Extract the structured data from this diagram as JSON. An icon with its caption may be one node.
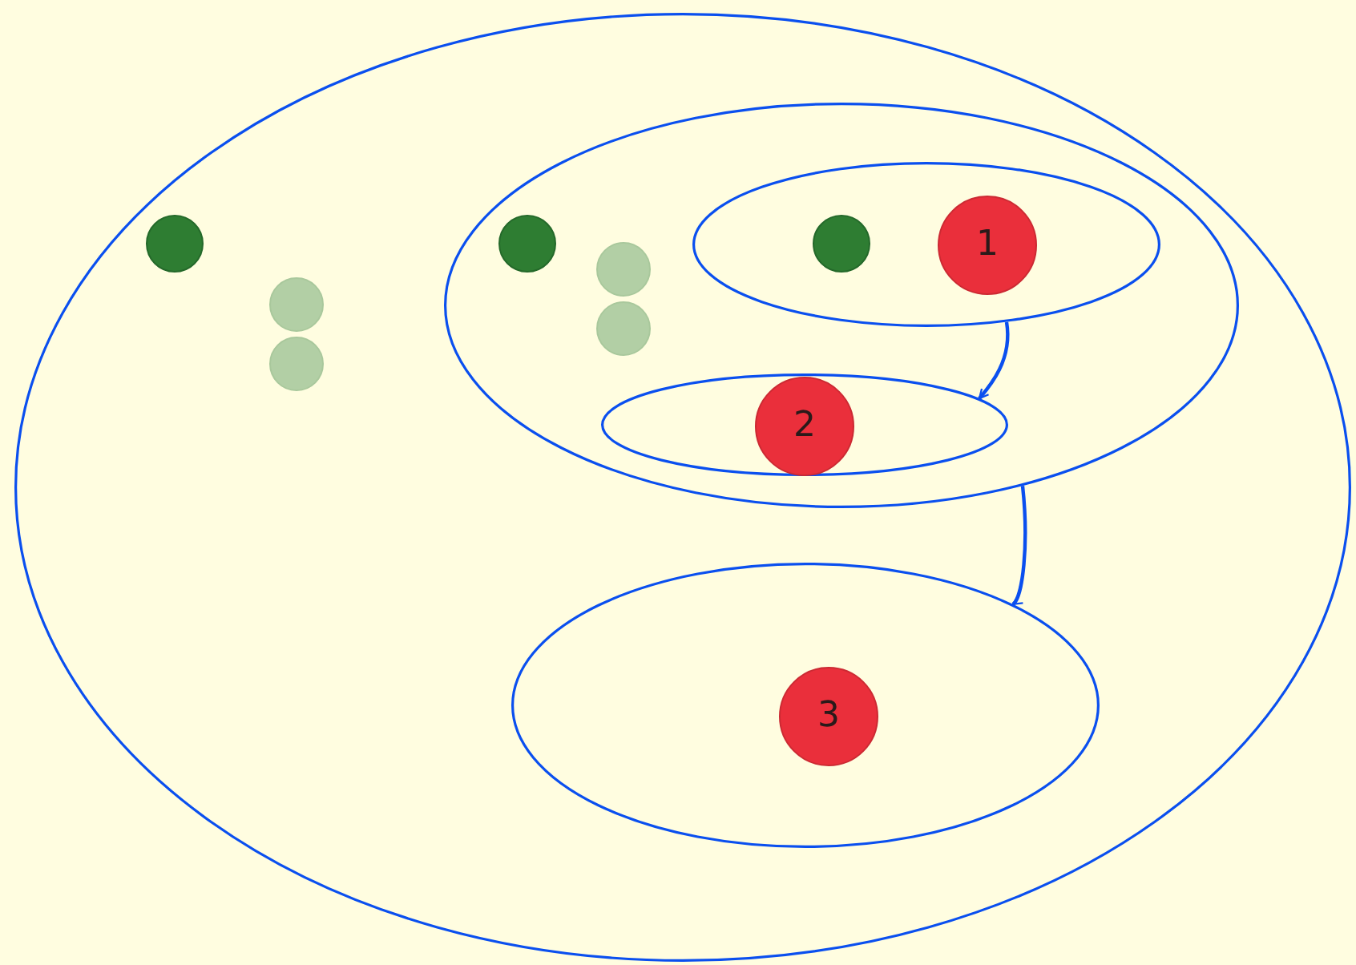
{
  "diagram": {
    "nodes": [
      {
        "text": [],
        "shape": "ellipse"
      },
      {
        "text": [],
        "shape": "circle",
        "in": 0
      },
      {
        "text": [],
        "shape": "circle",
        "in": 0
      },
      {
        "text": [],
        "shape": "circle",
        "in": 0
      },
      {
        "text": [],
        "shape": "ellipse",
        "in": 0
      },
      {
        "text": [],
        "shape": "circle",
        "in": 4
      },
      {
        "text": [],
        "shape": "circle",
        "in": 4
      },
      {
        "text": [],
        "shape": "circle",
        "in": 4
      },
      {
        "text": [],
        "shape": "ellipse",
        "in": 4
      },
      {
        "text": [],
        "shape": "circle",
        "in": 8
      },
      {
        "text": [
          "1"
        ],
        "in": 8
      },
      {
        "text": [],
        "shape": "ellipse",
        "in": 4
      },
      {
        "text": [
          "2"
        ],
        "in": 11
      },
      {
        "text": [],
        "shape": "ellipse",
        "in": 0
      },
      {
        "text": [
          "3"
        ],
        "in": 13
      }
    ],
    "edges": [
      {
        "from": 8,
        "to": 11,
        "arrow": "to"
      },
      {
        "from": 4,
        "to": 13,
        "arrow": "to"
      }
    ]
  }
}
